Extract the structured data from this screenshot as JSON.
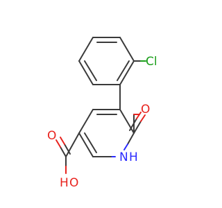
{
  "molecule": {
    "atoms": {
      "chlorine": {
        "label": "Cl",
        "color": "#1a9e1a"
      },
      "carbonyl_oxygen": {
        "label": "O",
        "color": "#e8231e"
      },
      "ring_nitrogen": {
        "label": "N",
        "color": "#2a2aff"
      },
      "ring_nh_hydrogen": {
        "label": "H",
        "color": "#2a2aff"
      },
      "acid_oxygen_double": {
        "label": "O",
        "color": "#e8231e"
      },
      "hydroxyl_oxygen": {
        "label": "O",
        "color": "#e8231e"
      },
      "hydroxyl_hydrogen": {
        "label": "H",
        "color": "#e8231e"
      }
    },
    "bond_color": "#3a3a3a"
  }
}
